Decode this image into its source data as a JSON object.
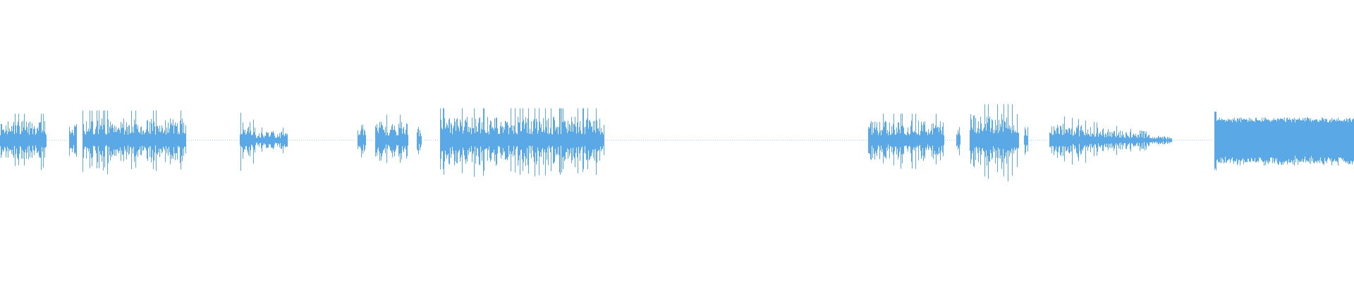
{
  "waveform": {
    "color": "#5aa9e6",
    "baseline_color": "#8cc3ee",
    "max_amplitude_normalized": 0.14,
    "segments": [
      {
        "start": 0.0,
        "end": 0.034,
        "level": 0.5
      },
      {
        "start": 0.051,
        "end": 0.056,
        "level": 0.42
      },
      {
        "start": 0.061,
        "end": 0.137,
        "level": 0.56
      },
      {
        "start": 0.177,
        "end": 0.187,
        "level": 0.52
      },
      {
        "start": 0.187,
        "end": 0.212,
        "level": 0.24
      },
      {
        "start": 0.264,
        "end": 0.27,
        "level": 0.44
      },
      {
        "start": 0.277,
        "end": 0.301,
        "level": 0.48
      },
      {
        "start": 0.308,
        "end": 0.311,
        "level": 0.35
      },
      {
        "start": 0.325,
        "end": 0.446,
        "level": 0.6
      },
      {
        "start": 0.641,
        "end": 0.697,
        "level": 0.5
      },
      {
        "start": 0.706,
        "end": 0.709,
        "level": 0.4
      },
      {
        "start": 0.716,
        "end": 0.752,
        "level": 0.68
      },
      {
        "start": 0.756,
        "end": 0.759,
        "level": 0.42
      },
      {
        "start": 0.775,
        "end": 0.865,
        "level": 0.5,
        "fade": true
      },
      {
        "start": 0.897,
        "end": 1.0,
        "level": 0.58,
        "dense": true
      }
    ],
    "dotted_baseline": [
      {
        "start": 0.035,
        "end": 0.05
      },
      {
        "start": 0.138,
        "end": 0.176
      },
      {
        "start": 0.213,
        "end": 0.263
      },
      {
        "start": 0.271,
        "end": 0.276
      },
      {
        "start": 0.312,
        "end": 0.324
      },
      {
        "start": 0.447,
        "end": 0.64
      },
      {
        "start": 0.698,
        "end": 0.705
      },
      {
        "start": 0.76,
        "end": 0.774
      },
      {
        "start": 0.866,
        "end": 0.896
      }
    ]
  }
}
